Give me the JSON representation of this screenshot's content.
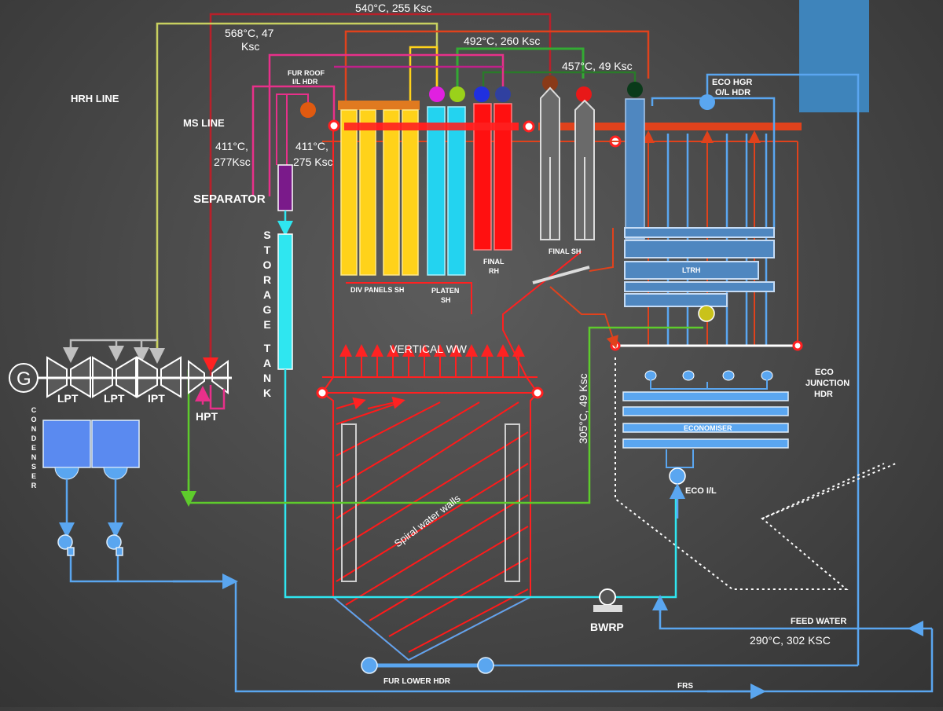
{
  "labels": {
    "ms_temp": "540°C, 255 Ksc",
    "hrh_temp_1": "568°C, 47",
    "hrh_temp_2": "Ksc",
    "div_temp": "492°C, 260 Ksc",
    "rh_temp": "457°C, 49 Ksc",
    "fur_roof_1": "FUR ROOF",
    "fur_roof_2": "I/L HDR",
    "eco_hgr_1": "ECO HGR",
    "eco_hgr_2": "O/L HDR",
    "hrh_line": "HRH LINE",
    "ms_line": "MS LINE",
    "sep_temp_1": "411°C,",
    "sep_temp_2": "277Ksc",
    "roof_temp_1": "411°C,",
    "roof_temp_2": "275 Ksc",
    "separator": "SEPARATOR",
    "storage_tank": [
      "S",
      "T",
      "O",
      "R",
      "A",
      "G",
      "E",
      "",
      "T",
      "A",
      "N",
      "K"
    ],
    "div_panels": "DIV  PANELS SH",
    "platen_1": "PLATEN",
    "platen_2": "SH",
    "final_rh_1": "FINAL",
    "final_rh_2": "RH",
    "final_sh": "FINAL SH",
    "ltrh": "LTRH",
    "vertical_ww": "VERTICAL  WW",
    "spiral": "Spiral water walls",
    "cold_rh": "305°C, 49 Ksc",
    "eco_junction_1": "ECO",
    "eco_junction_2": "JUNCTION",
    "eco_junction_3": "HDR",
    "economiser": "ECONOMISER",
    "eco_il": "ECO I/L",
    "generator": "G",
    "lpt": "LPT",
    "ipt": "IPT",
    "hpt": "HPT",
    "condenser": [
      "C",
      "O",
      "N",
      "D",
      "E",
      "N",
      "S",
      "E",
      "R"
    ],
    "bwrp": "BWRP",
    "feed_water": "FEED WATER",
    "fw_temp": "290°C, 302 KSC",
    "fur_lower_hdr": "FUR LOWER HDR",
    "frs": "FRS"
  },
  "colors": {
    "main_steam": "#e0421c",
    "hot_reheat": "#c8d060",
    "pink": "#e8308a",
    "magenta": "#c0208a",
    "cyan": "#2fe6f0",
    "blue": "#5aa6f0",
    "yellow": "#ffd21a",
    "green": "#5ecb2c",
    "red": "#ff1a1a",
    "steel": "#4f87c0"
  }
}
